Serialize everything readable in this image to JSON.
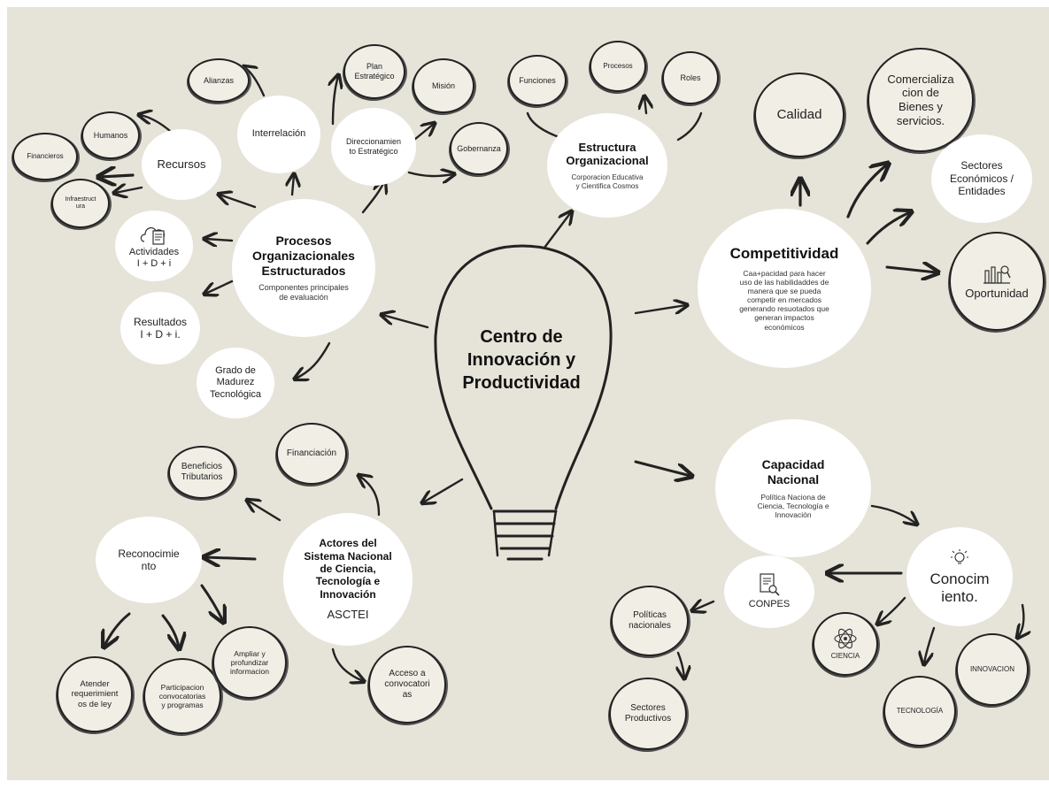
{
  "center": {
    "title": "Centro de\nInnovación y\nProductividad"
  },
  "procesos": {
    "title": "Procesos\nOrganizacionales\nEstructurados",
    "subtitle": "Componentes principales\nde evaluación",
    "interrelacion": "Interrelación",
    "alianzas": "Alianzas",
    "recursos": "Recursos",
    "humanos": "Humanos",
    "financieros": "Financieros",
    "infraestructura": "Infraestruct\nura",
    "actividades": "Actividades\nI + D + i",
    "resultados": "Resultados\nI + D + i.",
    "grado": "Grado de\nMadurez\nTecnológica",
    "direccionamiento": "Direccionamien\nto Estratégico",
    "plan": "Plan\nEstratégico",
    "mision": "Misión",
    "gobernanza": "Gobernanza"
  },
  "estructura": {
    "title": "Estructura\nOrganizacional",
    "subtitle": "Corporacion Educativa\ny Cientifica Cosmos",
    "funciones": "Funciones",
    "procesos": "Procesos",
    "roles": "Roles"
  },
  "competitividad": {
    "title": "Competitividad",
    "subtitle": "Caa+pacidad para hacer\nuso de las habilidaddes de\nmanera que se pueda\ncompetir en mercados\ngenerando resuotados que\ngeneran impactos\neconómicos",
    "calidad": "Calidad",
    "comercializacion": "Comercializa\ncion de\nBienes y\nservicios.",
    "sectores": "Sectores\nEconómicos /\nEntidades",
    "oportunidad": "Oportunidad"
  },
  "capacidad": {
    "title": "Capacidad\nNacional",
    "subtitle": "Política Naciona de\nCiencia, Tecnología e\nInnovación",
    "conocimiento": "Conocim\niento.",
    "conpes": "CONPES",
    "politicas": "Políticas\nnacionales",
    "sectores_productivos": "Sectores\nProductivos",
    "ciencia": "CIENCIA",
    "tecnologia": "TECNOLOGÍA",
    "innovacion": "INNOVACION"
  },
  "actores": {
    "title": "Actores del\nSistema Nacional\nde Ciencia,\nTecnología e\nInnovación",
    "acronym": "ASCTEI",
    "financiacion": "Financiación",
    "beneficios": "Beneficios\nTributarios",
    "reconocimiento": "Reconocimie\nnto",
    "atender": "Atender\nrequerimient\nos de ley",
    "participacion": "Participacion\nconvocatorias\ny programas",
    "ampliar": "Ampliar y\nprofundizar\ninformacion",
    "acceso": "Acceso a\nconvocatori\nas"
  },
  "colors": {
    "background": "#e6e3d8",
    "node": "#ffffff",
    "ink": "#222222"
  }
}
